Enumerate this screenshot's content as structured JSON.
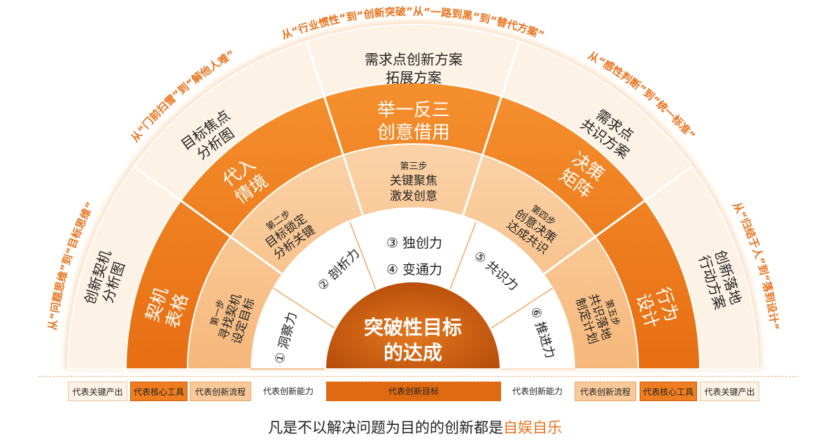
{
  "center": {
    "line1": "突破性目标",
    "line2": "的达成"
  },
  "capabilities": {
    "c1": "① 洞察力",
    "c2": "② 剖析力",
    "c3": "③ 独创力",
    "c4": "④ 变通力",
    "c5": "⑤ 共识力",
    "c6": "⑥ 推进力"
  },
  "steps": {
    "s1": [
      "第一步",
      "寻找契机",
      "设定目标"
    ],
    "s2": [
      "第二步",
      "目标锁定",
      "分析关键"
    ],
    "s3": [
      "第三步",
      "关键聚焦",
      "激发创意"
    ],
    "s4": [
      "第四步",
      "创意决策",
      "达成共识"
    ],
    "s5": [
      "第五步",
      "共识落地",
      "制定计划"
    ]
  },
  "tools": {
    "t1": [
      "契机",
      "表格"
    ],
    "t2": [
      "代入",
      "情境"
    ],
    "t3": [
      "举一反三",
      "创意借用"
    ],
    "t4": [
      "决策",
      "矩阵"
    ],
    "t5": [
      "行为",
      "设计"
    ]
  },
  "outputs": {
    "o1": [
      "创新契机",
      "分析图"
    ],
    "o2": [
      "目标焦点",
      "分析图"
    ],
    "o3": [
      "需求点创新方案",
      "拓展方案"
    ],
    "o4": [
      "需求点",
      "共识方案"
    ],
    "o5": [
      "创新落地",
      "行动方案"
    ]
  },
  "arcs": {
    "a1": "从“问题思维”到“目标思维”",
    "a2": "从“门前扫雪”到“解他人难”",
    "a3": "从“行业惯性”到“创新突破”从“一路到黑”到“替代方案”",
    "a4": "从“感性判断”到“统一标准”",
    "a5": "从“归结于人”到“落到设计”"
  },
  "legend": {
    "left": [
      "代表关键产出",
      "代表核心工具",
      "代表创新流程",
      "代表创新能力"
    ],
    "center": "代表创新目标",
    "right": [
      "代表创新能力",
      "代表创新流程",
      "代表核心工具",
      "代表关键产出"
    ]
  },
  "footer": {
    "text": "凡是不以解决问题为目的的创新都是",
    "highlight": "自娱自乐"
  },
  "colors": {
    "center": "#c6560e",
    "capability_ring": "#ffffff",
    "step_ring": "#f9c999",
    "tool_ring": "#ef7d1f",
    "output_ring": "#fdf2e6",
    "arc_text": "#e8731c"
  }
}
